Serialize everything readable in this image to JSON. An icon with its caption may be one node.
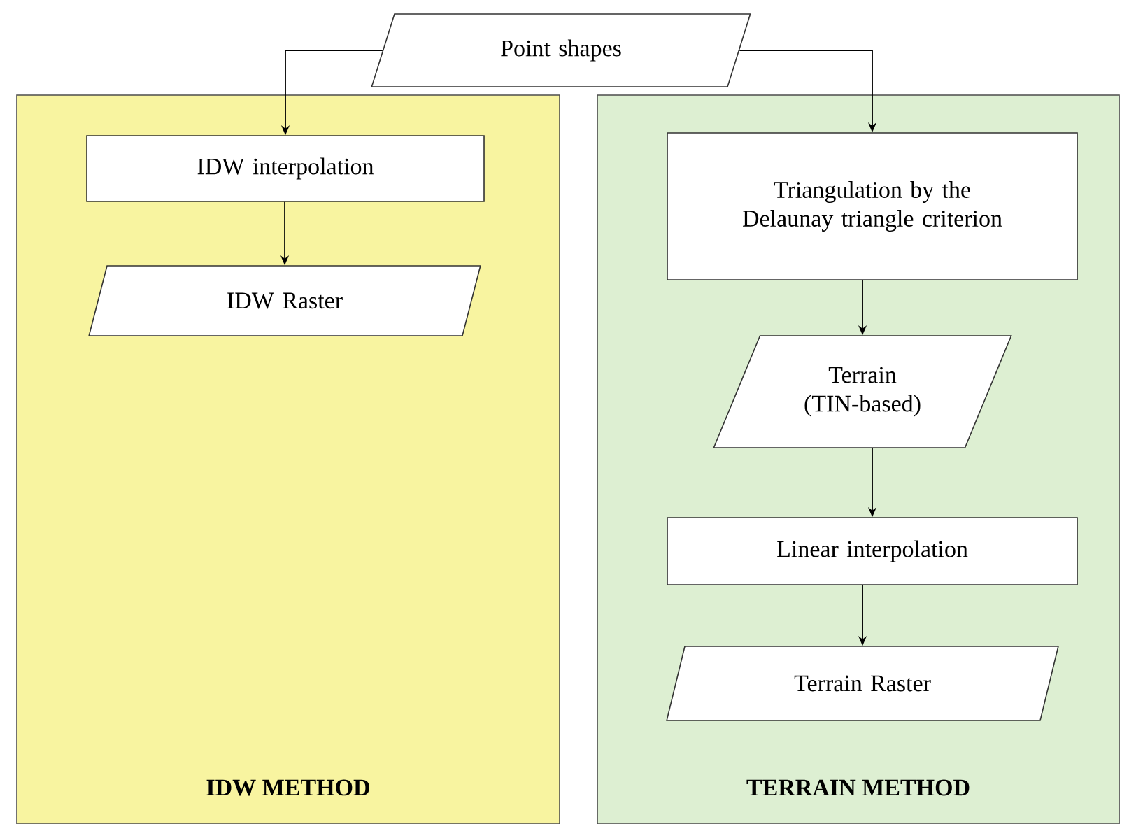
{
  "diagram": {
    "nodes": [
      {
        "text": [
          "IDW METHOD"
        ]
      },
      {
        "text": [
          "TERRAIN METHOD"
        ]
      },
      {
        "text": [
          "Point shapes"
        ]
      },
      {
        "text": [
          "IDW interpolation"
        ],
        "in": 0
      },
      {
        "text": [
          "IDW Raster"
        ],
        "in": 0
      },
      {
        "text": [
          "Triangulation by the Delaunay triangle criterion"
        ],
        "in": 1
      },
      {
        "text": [
          "Terrain (TIN-based)"
        ],
        "in": 1
      },
      {
        "text": [
          "Linear interpolation"
        ],
        "in": 1
      },
      {
        "text": [
          "Terrain Raster"
        ],
        "in": 1
      }
    ],
    "edges": [
      {
        "from": 2,
        "to": 3,
        "arrow": "to"
      },
      {
        "from": 2,
        "to": 5,
        "arrow": "to"
      },
      {
        "from": 3,
        "to": 4,
        "arrow": "to"
      },
      {
        "from": 5,
        "to": 6,
        "arrow": "to"
      },
      {
        "from": 6,
        "to": 7,
        "arrow": "to"
      },
      {
        "from": 7,
        "to": 8,
        "arrow": "to"
      }
    ]
  }
}
